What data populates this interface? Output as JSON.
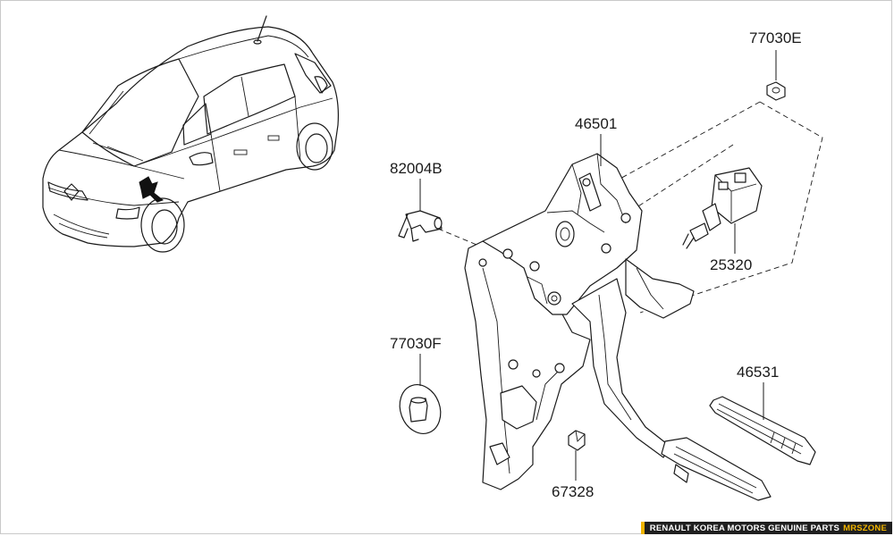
{
  "parts": {
    "p77030E": "77030E",
    "p46501": "46501",
    "p82004B": "82004B",
    "p25320": "25320",
    "p77030F": "77030F",
    "p46531": "46531",
    "p67328": "67328"
  },
  "watermark": {
    "text": "RENAULT KOREA MOTORS GENUINE PARTS",
    "brand": "MRSZONE"
  },
  "colors": {
    "line": "#1a1a1a",
    "banner_bg": "#1f1f1f",
    "banner_accent": "#f0b400"
  }
}
